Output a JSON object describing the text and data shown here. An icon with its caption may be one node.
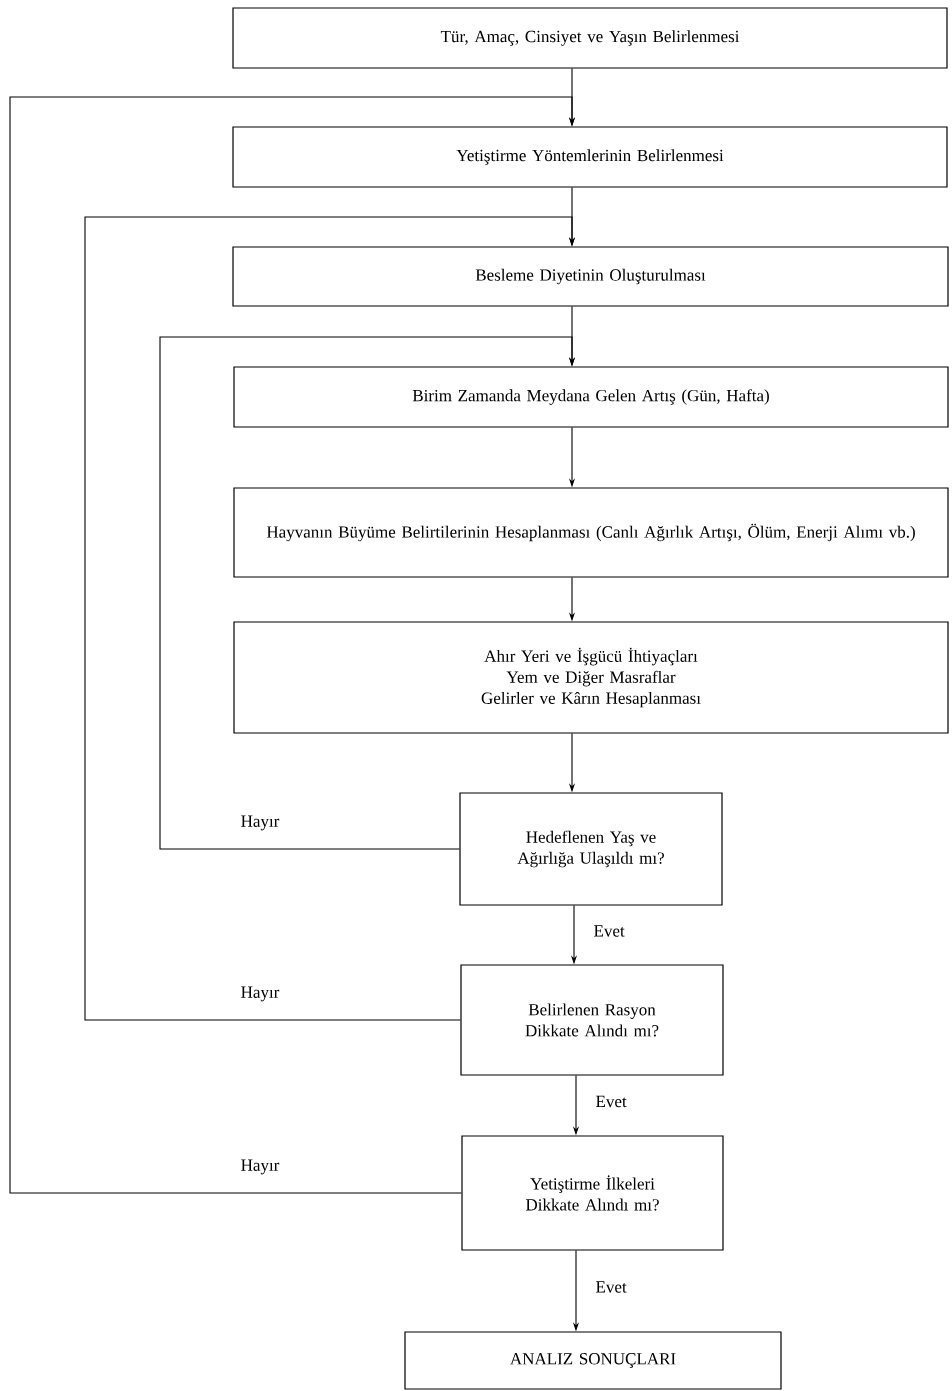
{
  "diagram": {
    "nodes": [
      {
        "text": [
          "Tür, Amaç, Cinsiyet ve Yaşın Belirlenmesi"
        ]
      },
      {
        "text": [
          "Yetiştirme Yöntemlerinin Belirlenmesi"
        ]
      },
      {
        "text": [
          "Besleme Diyetinin Oluşturulması"
        ]
      },
      {
        "text": [
          "Birim Zamanda Meydana Gelen Artış (Gün, Hafta)"
        ]
      },
      {
        "text": [
          "Hayvanın Büyüme Belirtilerinin Hesaplanması (Canlı Ağırlık Artışı, Ölüm, Enerji Alımı vb.)"
        ]
      },
      {
        "text": [
          "Ahır Yeri ve İşgücü İhtiyaçları",
          "Yem ve Diğer Masraflar",
          "Gelirler ve Kârın Hesaplanması"
        ]
      },
      {
        "text": [
          "Hedeflenen Yaş ve Ağırlığa Ulaşıldı mı?"
        ]
      },
      {
        "text": [
          "Belirlenen Rasyon Dikkate Alındı mı?"
        ]
      },
      {
        "text": [
          "Yetiştirme İlkeleri Dikkate Alındı mı?"
        ]
      },
      {
        "text": [
          "ANALIZ SONUÇLARI"
        ]
      }
    ],
    "edges": [
      {
        "from": 0,
        "to": 1,
        "arrow": "to"
      },
      {
        "from": 1,
        "to": 2,
        "arrow": "to"
      },
      {
        "from": 2,
        "to": 3,
        "arrow": "to"
      },
      {
        "from": 3,
        "to": 4,
        "arrow": "to"
      },
      {
        "from": 4,
        "to": 5,
        "arrow": "to"
      },
      {
        "from": 5,
        "to": 6,
        "arrow": "to"
      },
      {
        "from": 6,
        "to": 7,
        "arrow": "to",
        "label": "Evet"
      },
      {
        "from": 7,
        "to": 8,
        "arrow": "to",
        "label": "Evet"
      },
      {
        "from": 8,
        "to": 9,
        "arrow": "to",
        "label": "Evet"
      },
      {
        "from": 6,
        "to": 3,
        "arrow": "to",
        "label": "Hayır"
      },
      {
        "from": 7,
        "to": 2,
        "arrow": "to",
        "label": "Hayır"
      },
      {
        "from": 8,
        "to": 1,
        "arrow": "to",
        "label": "Hayır"
      }
    ]
  }
}
